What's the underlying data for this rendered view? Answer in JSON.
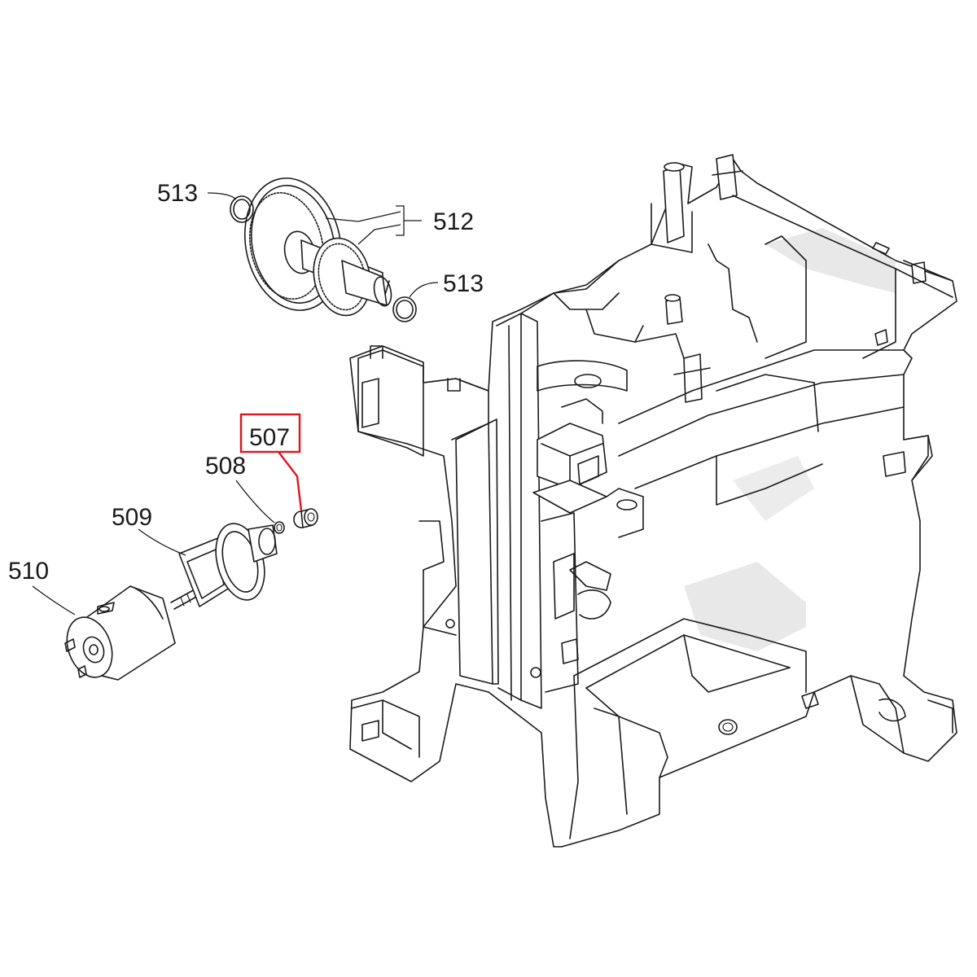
{
  "callouts": {
    "p507": "507",
    "p508": "508",
    "p509": "509",
    "p510": "510",
    "p512": "512",
    "p513_top": "513",
    "p513_right": "513"
  },
  "highlight": {
    "part": "507",
    "color": "#e0141e"
  },
  "colors": {
    "line": "#1a1a1a",
    "shade": "#d9d9d9",
    "background": "#ffffff"
  }
}
